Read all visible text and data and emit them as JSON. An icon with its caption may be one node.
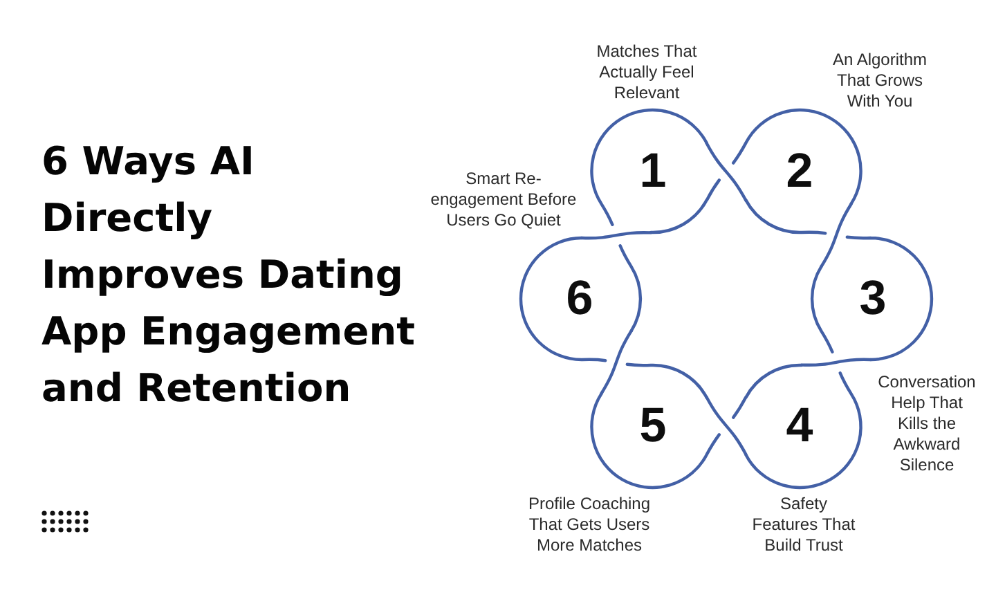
{
  "diagram": {
    "title": "6 Ways AI Directly Improves Dating App Engagement and Retention",
    "nodes": [
      {
        "text": [
          "1"
        ],
        "beside": [
          "Matches That Actually Feel Relevant"
        ]
      },
      {
        "text": [
          "2"
        ],
        "beside": [
          "An Algorithm That Grows With You"
        ]
      },
      {
        "text": [
          "3"
        ],
        "beside": [
          "Conversation Help That Kills the Awkward Silence"
        ]
      },
      {
        "text": [
          "4"
        ],
        "beside": [
          "Safety Features That Build Trust"
        ]
      },
      {
        "text": [
          "5"
        ],
        "beside": [
          "Profile Coaching That Gets Users More Matches"
        ]
      },
      {
        "text": [
          "6"
        ],
        "beside": [
          "Smart Re-engagement Before Users Go Quiet"
        ]
      }
    ],
    "edges": [
      {
        "from": 0,
        "to": 1,
        "arrow": "none"
      },
      {
        "from": 1,
        "to": 2,
        "arrow": "none"
      },
      {
        "from": 2,
        "to": 3,
        "arrow": "none"
      },
      {
        "from": 3,
        "to": 4,
        "arrow": "none"
      },
      {
        "from": 4,
        "to": 5,
        "arrow": "none"
      },
      {
        "from": 5,
        "to": 0,
        "arrow": "none"
      }
    ]
  }
}
